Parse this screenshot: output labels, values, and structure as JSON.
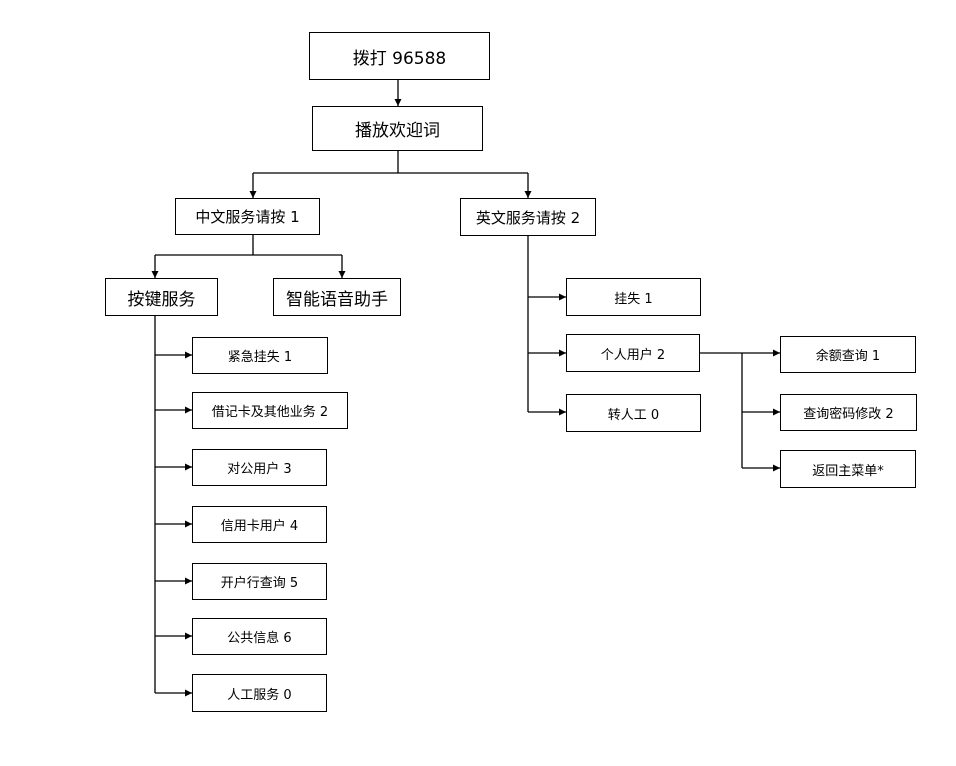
{
  "diagram": {
    "nodes": {
      "dial": "拨打 96588",
      "welcome": "播放欢迎词",
      "chinese": "中文服务请按 1",
      "english": "英文服务请按 2",
      "keypad": "按键服务",
      "voice": "智能语音助手",
      "cn_lost": "紧急挂失 1",
      "cn_debit": "借记卡及其他业务 2",
      "cn_corporate": "对公用户 3",
      "cn_credit": "信用卡用户 4",
      "cn_branch": "开户行查询 5",
      "cn_public": "公共信息 6",
      "cn_agent": "人工服务 0",
      "en_lost": "挂失 1",
      "en_personal": "个人用户 2",
      "en_agent": "转人工 0",
      "en_balance": "余额查询 1",
      "en_password": "查询密码修改 2",
      "en_back": "返回主菜单*"
    }
  }
}
